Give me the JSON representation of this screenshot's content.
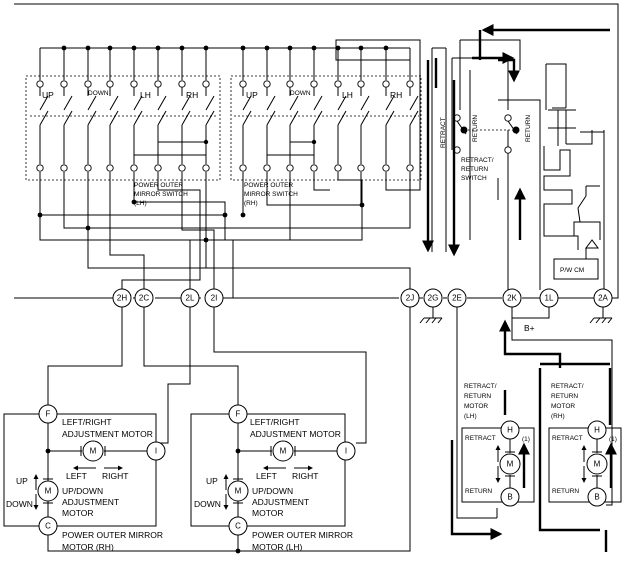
{
  "switch_lh": {
    "labels": [
      "UP",
      "DOWN",
      "LH",
      "RH"
    ],
    "title": [
      "POWER OUTER",
      "MIRROR SWITCH",
      "(LH)"
    ]
  },
  "switch_rh": {
    "labels": [
      "UP",
      "DOWN",
      "LH",
      "RH"
    ],
    "title": [
      "POWER OUTER",
      "MIRROR SWITCH",
      "(RH)"
    ]
  },
  "retract_switch": {
    "retract": "RETRACT",
    "return": "RETURN",
    "title": [
      "RETRACT/",
      "RETURN",
      "SWITCH"
    ]
  },
  "pwcm": "P/W CM",
  "bplus": "B+",
  "connectors": [
    "2H",
    "2C",
    "2L",
    "2I",
    "2J",
    "2G",
    "2E",
    "2K",
    "1L",
    "2A"
  ],
  "mirror_rh": {
    "f": "F",
    "i": "I",
    "c": "C",
    "m": "M",
    "lr_title": [
      "LEFT/RIGHT",
      "ADJUSTMENT MOTOR"
    ],
    "left": "LEFT",
    "right": "RIGHT",
    "up": "UP",
    "down": "DOWN",
    "ud_title": [
      "UP/DOWN",
      "ADJUSTMENT",
      "MOTOR"
    ],
    "title": [
      "POWER OUTER MIRROR",
      "MOTOR (RH)"
    ]
  },
  "mirror_lh": {
    "f": "F",
    "i": "I",
    "c": "C",
    "m": "M",
    "lr_title": [
      "LEFT/RIGHT",
      "ADJUSTMENT MOTOR"
    ],
    "left": "LEFT",
    "right": "RIGHT",
    "up": "UP",
    "down": "DOWN",
    "ud_title": [
      "UP/DOWN",
      "ADJUSTMENT",
      "MOTOR"
    ],
    "title": [
      "POWER OUTER MIRROR",
      "MOTOR (LH)"
    ]
  },
  "rr_motor_lh": {
    "title": [
      "RETRACT/",
      "RETURN",
      "MOTOR",
      "(LH)"
    ],
    "h": "H",
    "b": "B",
    "m": "M",
    "note": "(1)",
    "retract": "RETRACT",
    "return": "RETURN"
  },
  "rr_motor_rh": {
    "title": [
      "RETRACT/",
      "RETURN",
      "MOTOR",
      "(RH)"
    ],
    "h": "H",
    "b": "B",
    "m": "M",
    "note": "(1)",
    "retract": "RETRACT",
    "return": "RETURN"
  }
}
